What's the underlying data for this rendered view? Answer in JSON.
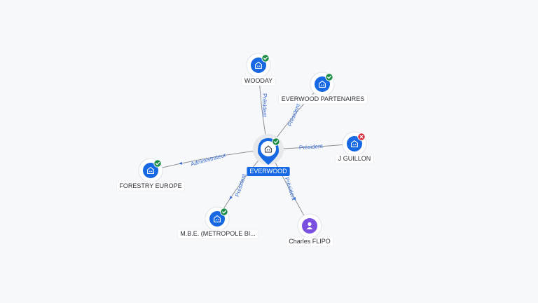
{
  "graph": {
    "center": {
      "label": "EVERWOOD",
      "type": "company",
      "status": "active",
      "icon": "building-icon"
    },
    "nodes": [
      {
        "id": "wooday",
        "label": "WOODAY",
        "type": "company",
        "status": "active",
        "icon": "building-icon"
      },
      {
        "id": "everwood-partenaires",
        "label": "EVERWOOD PARTENAIRES",
        "type": "company",
        "status": "active",
        "icon": "building-icon"
      },
      {
        "id": "j-guillon",
        "label": "J GUILLON",
        "type": "company",
        "status": "closed",
        "icon": "building-icon"
      },
      {
        "id": "forestry-europe",
        "label": "FORESTRY EUROPE",
        "type": "company",
        "status": "active",
        "icon": "building-icon"
      },
      {
        "id": "mbe",
        "label": "M.B.E. (METROPOLE BI...",
        "type": "company",
        "status": "active",
        "icon": "building-icon"
      },
      {
        "id": "charles-flipo",
        "label": "Charles FLIPO",
        "type": "person",
        "icon": "person-icon"
      }
    ],
    "edges": [
      {
        "to": "wooday",
        "label": "Président"
      },
      {
        "to": "everwood-partenaires",
        "label": "Président"
      },
      {
        "to": "j-guillon",
        "label": "Président"
      },
      {
        "to": "forestry-europe",
        "label": "Administrateur"
      },
      {
        "to": "mbe",
        "label": "Président"
      },
      {
        "to": "charles-flipo",
        "label": "Président"
      }
    ],
    "colors": {
      "company": "#1668e3",
      "person": "#7b4fe0",
      "active_badge": "#1a8c45",
      "closed_badge": "#d62839",
      "edge_label": "#3b6fd4"
    }
  }
}
